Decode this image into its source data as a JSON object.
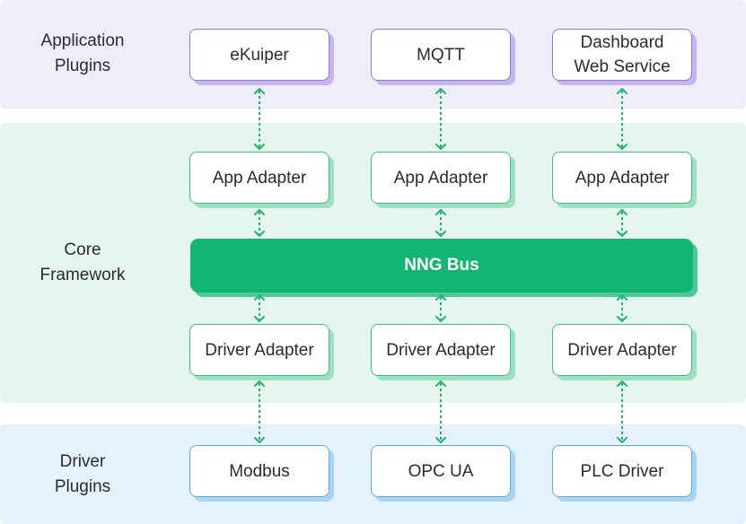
{
  "layers": {
    "application": {
      "label": "Application\nPlugins"
    },
    "core": {
      "label": "Core\nFramework"
    },
    "driver": {
      "label": "Driver\nPlugins"
    }
  },
  "application_plugins": [
    "eKuiper",
    "MQTT",
    "Dashboard\nWeb Service"
  ],
  "app_adapters": [
    "App Adapter",
    "App Adapter",
    "App Adapter"
  ],
  "bus": {
    "label": "NNG Bus"
  },
  "driver_adapters": [
    "Driver Adapter",
    "Driver Adapter",
    "Driver Adapter"
  ],
  "driver_plugins": [
    "Modbus",
    "OPC UA",
    "PLC Driver"
  ],
  "colors": {
    "application_band": "#f0edfb",
    "core_band": "#e6f6ef",
    "driver_band": "#e6f2fb",
    "bus": "#12b672",
    "arrow": "#20b470"
  }
}
